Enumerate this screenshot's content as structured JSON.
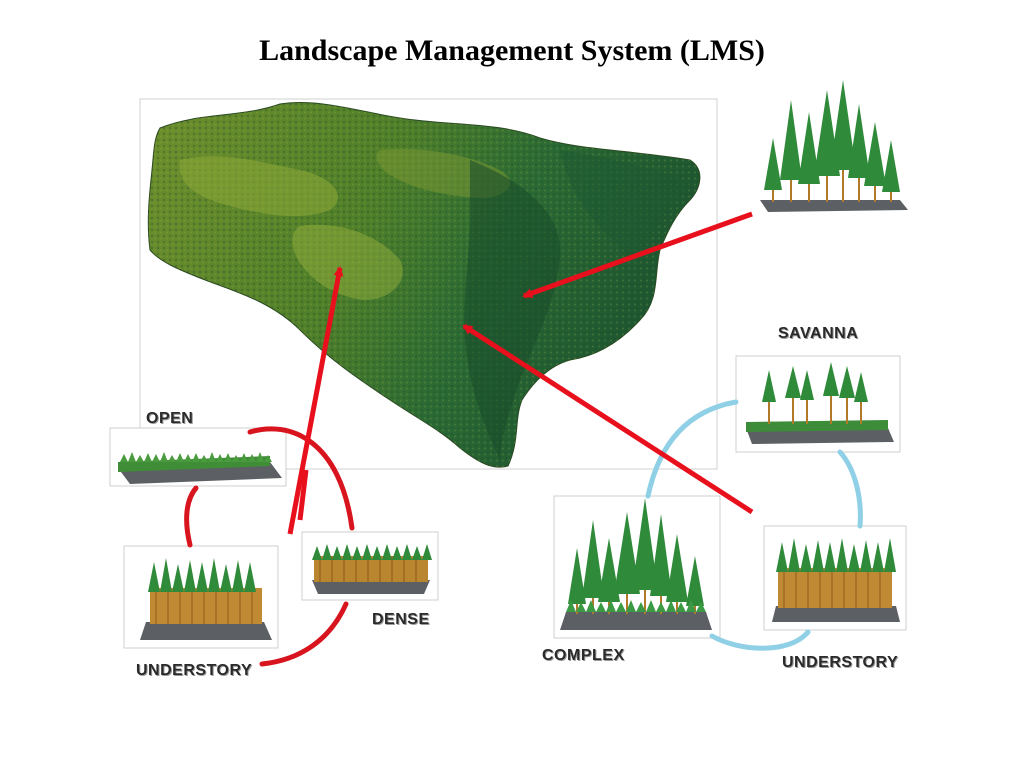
{
  "title": "Landscape Management System (LMS)",
  "labels": {
    "open": "OPEN",
    "dense": "DENSE",
    "understory_left": "UNDERSTORY",
    "savanna": "SAVANNA",
    "complex": "COMPLEX",
    "understory_right": "UNDERSTORY"
  },
  "colors": {
    "arrow": "#e8101c",
    "left_cycle": "#d8141e",
    "right_cycle": "#8fd0e6",
    "terrain_dark": "#1f5a2e",
    "terrain_light": "#8ea83a",
    "tree_green": "#2f8a3a",
    "trunk": "#b07a2a",
    "ground": "#5c5f63"
  },
  "icons": {
    "terrain": "landscape-terrain-image",
    "stands": [
      "forest-stand-tall",
      "forest-stand-savanna",
      "forest-stand-open",
      "forest-stand-dense",
      "forest-stand-understory",
      "forest-stand-complex",
      "forest-stand-understory"
    ]
  }
}
